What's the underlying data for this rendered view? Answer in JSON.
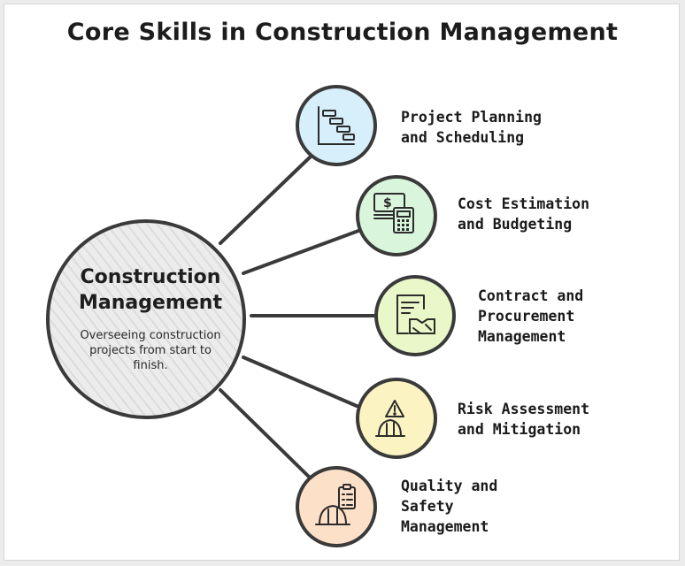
{
  "title": "Core Skills in Construction Management",
  "center": {
    "title": "Construction\nManagement",
    "description": "Overseeing construction projects from start to finish."
  },
  "branches": [
    {
      "label": "Project Planning\nand Scheduling",
      "icon": "gantt-chart-icon",
      "color": "#d6effa"
    },
    {
      "label": "Cost Estimation\nand Budgeting",
      "icon": "money-calculator-icon",
      "color": "#d9f5dc"
    },
    {
      "label": "Contract and\nProcurement\nManagement",
      "icon": "contract-handshake-icon",
      "color": "#eaf7c8"
    },
    {
      "label": "Risk Assessment\nand Mitigation",
      "icon": "hardhat-warning-icon",
      "color": "#fbf3c2"
    },
    {
      "label": "Quality and\nSafety\nManagement",
      "icon": "hardhat-checklist-icon",
      "color": "#fde0c8"
    }
  ]
}
